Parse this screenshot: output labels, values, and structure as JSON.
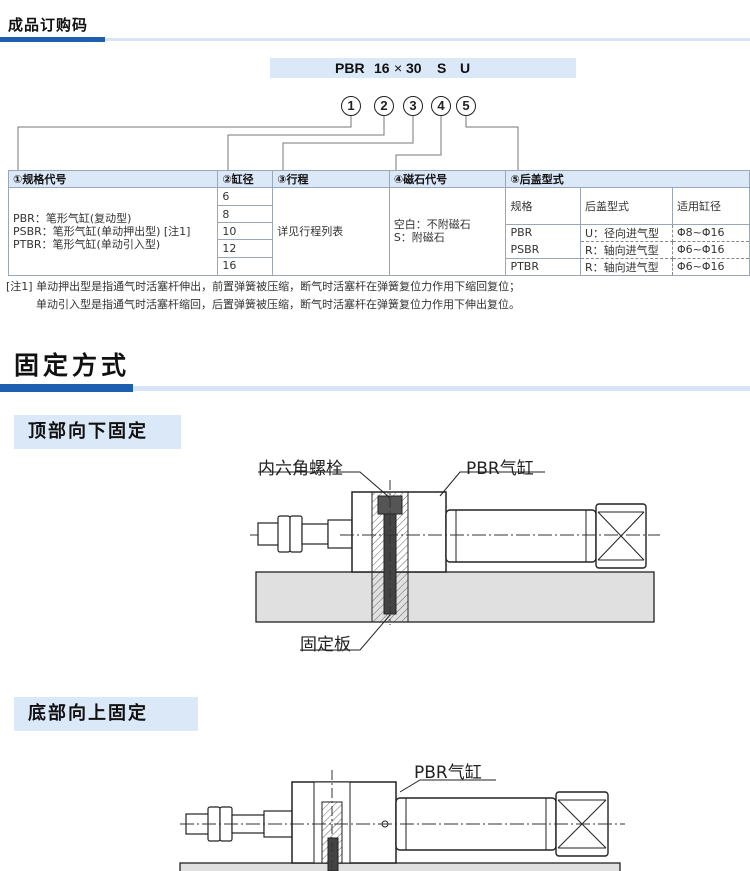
{
  "order_section": {
    "title": "成品订购码",
    "code": {
      "p1": "PBR",
      "p2": "16",
      "x": "×",
      "p3": "30",
      "p4": "S",
      "p5": "U"
    },
    "circles": [
      "1",
      "2",
      "3",
      "4",
      "5"
    ],
    "table": {
      "headers": [
        "①规格代号",
        "②缸径",
        "③行程",
        "④磁石代号",
        "⑤后盖型式"
      ],
      "spec_codes": [
        "PBR：笔形气缸(复动型)",
        "PSBR：笔形气缸(单动押出型)  [注1]",
        "PTBR：笔形气缸(单动引入型)"
      ],
      "bores": [
        "6",
        "8",
        "10",
        "12",
        "16"
      ],
      "stroke": "详见行程列表",
      "magnet": [
        "空白：不附磁石",
        "S：附磁石"
      ],
      "cover_headers": [
        "规格",
        "后盖型式",
        "适用缸径"
      ],
      "cover_rows": [
        {
          "spec": "PBR",
          "type": "U：径向进气型",
          "bore": "Φ8~Φ16"
        },
        {
          "spec": "PSBR",
          "type": "R：轴向进气型",
          "bore": "Φ6~Φ16"
        },
        {
          "spec": "PTBR",
          "type": "R：轴向进气型",
          "bore": "Φ6~Φ16"
        }
      ]
    },
    "notes": [
      "[注1] 单动押出型是指通气时活塞杆伸出，前置弹簧被压缩，断气时活塞杆在弹簧复位力作用下缩回复位；",
      "单动引入型是指通气时活塞杆缩回，后置弹簧被压缩，断气时活塞杆在弹簧复位力作用下伸出复位。"
    ]
  },
  "mount_section": {
    "title": "固定方式",
    "top_mount": {
      "title": "顶部向下固定",
      "label_bolt": "内六角螺栓",
      "label_cylinder": "PBR气缸",
      "label_plate": "固定板"
    },
    "bottom_mount": {
      "title": "底部向上固定",
      "label_cylinder": "PBR气缸"
    }
  },
  "colors": {
    "accent_blue": "#1f5fb0",
    "light_blue": "#dbe8f7",
    "plate_gray": "#e0e0e0"
  }
}
